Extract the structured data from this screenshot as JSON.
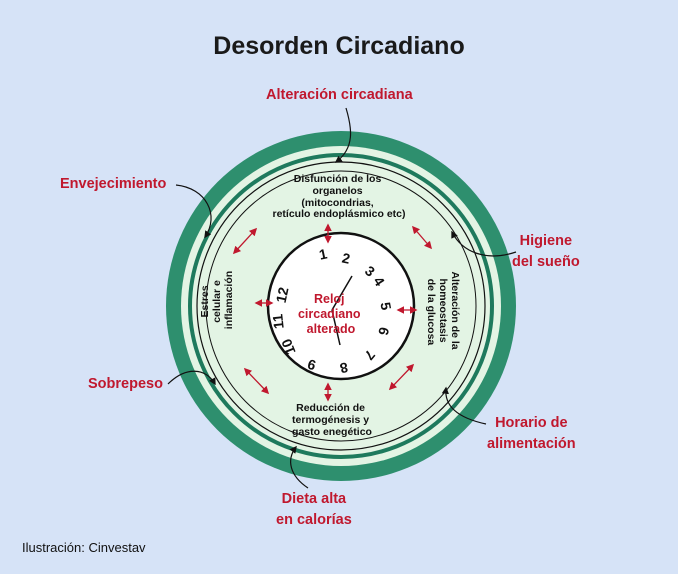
{
  "title": "Desorden Circadiano",
  "credit": "Ilustración: Cinvestav",
  "colors": {
    "outer_ring": "#2e8f6e",
    "inner_band": "#e3f4e4",
    "accent": "#c0182e",
    "background": "#d6e3f7"
  },
  "outer_factors": {
    "top": "Alteración circadiana",
    "upper_left": "Envejecimiento",
    "upper_right": [
      "Higiene",
      "del sueño"
    ],
    "lower_left": "Sobrepeso",
    "lower_right": [
      "Horario de",
      "alimentación"
    ],
    "bottom": [
      "Dieta alta",
      "en calorías"
    ]
  },
  "inner_effects": {
    "top": [
      "Disfunción de los",
      "organelos",
      "(mitocondrias,",
      "retículo endoplásmico etc)"
    ],
    "left": [
      "Estres",
      "celular e",
      "inflamación"
    ],
    "right": [
      "Alteración de la",
      "homeostasis",
      "de la glucosa"
    ],
    "bottom": [
      "Reducción de",
      "termogénesis y",
      "gasto enegético"
    ]
  },
  "center": {
    "label": [
      "Reloj",
      "circadiano",
      "alterado"
    ]
  },
  "clock_numbers": [
    "1",
    "2",
    "3",
    "4",
    "5",
    "6",
    "7",
    "8",
    "9",
    "10",
    "11",
    "12"
  ]
}
